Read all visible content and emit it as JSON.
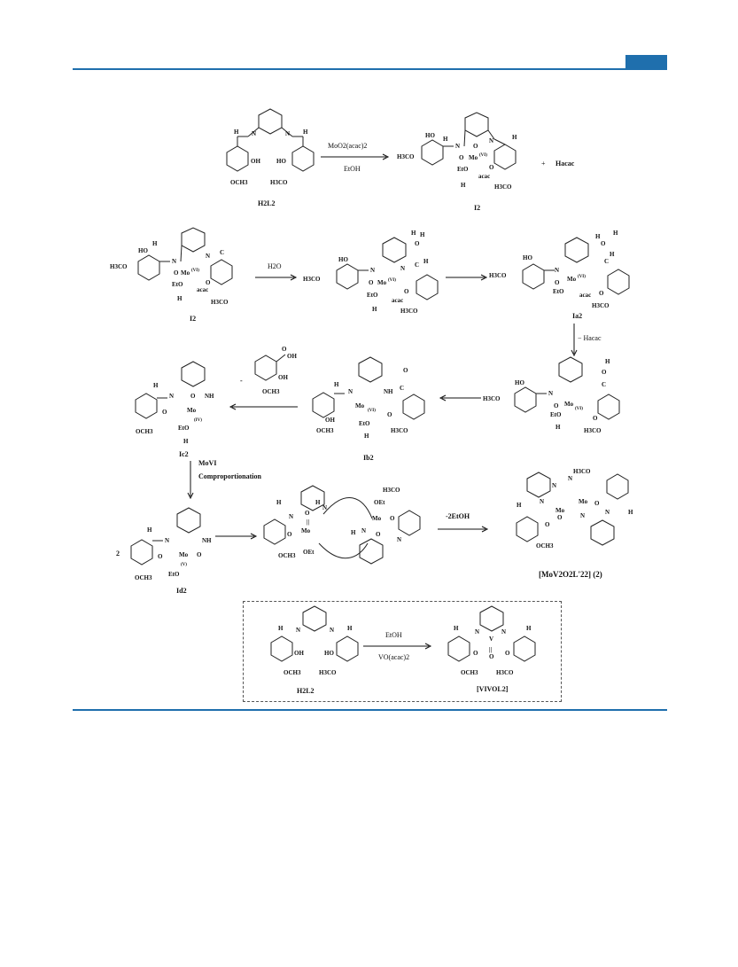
{
  "colors": {
    "accent": "#1f6fad"
  },
  "labels": {
    "h2l2_top": "H2L2",
    "i2_product": "I2",
    "plus": "+",
    "hacac_product": "Hacac",
    "reagent_moo2": "MoO2(acac)2",
    "reagent_etoh": "EtOH",
    "i2_row2": "I2",
    "reagent_h2o": "H2O",
    "ia2": "Ia2",
    "minus_hacac": "− Hacac",
    "ib2": "Ib2",
    "ic2": "Ic2",
    "mo_vi": "MoVI",
    "comproportionation": "Comproportionation",
    "id2": "Id2",
    "coef_two": "2",
    "minus_2etoh": "-2EtOH",
    "product2": "[MoV2O2L'22] (2)",
    "box_h2l2": "H2L2",
    "box_etoh": "EtOH",
    "box_vo": "VO(acac)2",
    "box_product": "[VIVOL2]",
    "minus_acid": "-"
  }
}
